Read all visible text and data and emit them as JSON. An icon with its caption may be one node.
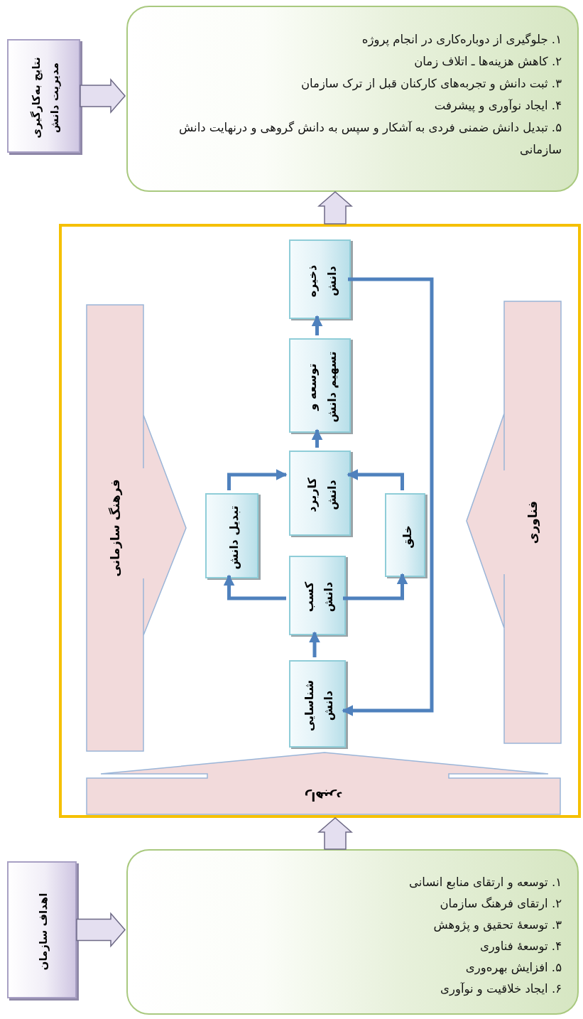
{
  "diagram": {
    "nodes": [
      {
        "text": [
          "۱. جلوگیری از دوباره‌کاری در انجام پروژه",
          "۲. کاهش هزینه‌ها ـ اتلاف زمان",
          "۳. ثبت دانش و تجربه‌های کارکنان قبل از ترک سازمان",
          "۴. ایجاد نوآوری و پیشرفت",
          "۵. تبدیل دانش ضمنی فردی به آشکار و سپس به دانش گروهی و درنهایت دانش سازمانی"
        ]
      },
      {
        "text": [
          "نتایج به‌کارگیری مدیریت دانش"
        ]
      },
      {
        "text": [],
        "shape": "box"
      },
      {
        "text": [
          "فرهنگ سازمانی"
        ],
        "in": 2
      },
      {
        "text": [
          "فناوری"
        ],
        "in": 2
      },
      {
        "text": [
          "راهبرد"
        ],
        "in": 2
      },
      {
        "text": [
          "ذخیره دانش"
        ],
        "in": 2
      },
      {
        "text": [
          "توسعه و تسهیم دانش"
        ],
        "in": 2
      },
      {
        "text": [
          "کاربرد دانش"
        ],
        "in": 2
      },
      {
        "text": [
          "تبدیل دانش"
        ],
        "in": 2
      },
      {
        "text": [
          "خلق"
        ],
        "in": 2
      },
      {
        "text": [
          "کسب دانش"
        ],
        "in": 2
      },
      {
        "text": [
          "شناسایی دانش"
        ],
        "in": 2
      },
      {
        "text": [
          "۱. توسعه و ارتقای منابع انسانی",
          "۲. ارتقای فرهنگ سازمان",
          "۳. توسعهٔ تحقیق و پژوهش",
          "۴. توسعهٔ فناوری",
          "۵. افزایش بهره‌وری",
          "۶. ایجاد خلاقیت و نوآوری"
        ]
      },
      {
        "text": [
          "اهداف سازمان"
        ]
      }
    ],
    "edges": [
      {
        "from": 1,
        "to": 0,
        "arrow": "to",
        "style": "thick",
        "color": "#e4dff0"
      },
      {
        "from": 2,
        "to": 0,
        "arrow": "to",
        "style": "thick",
        "color": "#e4dff0"
      },
      {
        "from": 12,
        "to": 11,
        "arrow": "to"
      },
      {
        "from": 11,
        "to": 9,
        "arrow": "to"
      },
      {
        "from": 11,
        "to": 10,
        "arrow": "to"
      },
      {
        "from": 9,
        "to": 8,
        "arrow": "to"
      },
      {
        "from": 10,
        "to": 8,
        "arrow": "to"
      },
      {
        "from": 8,
        "to": 7,
        "arrow": "to"
      },
      {
        "from": 7,
        "to": 6,
        "arrow": "to"
      },
      {
        "from": 6,
        "to": 12,
        "arrow": "to"
      },
      {
        "from": 13,
        "to": 2,
        "arrow": "to",
        "style": "thick",
        "color": "#e4dff0"
      },
      {
        "from": 14,
        "to": 13,
        "arrow": "to",
        "style": "thick",
        "color": "#e4dff0"
      }
    ]
  }
}
